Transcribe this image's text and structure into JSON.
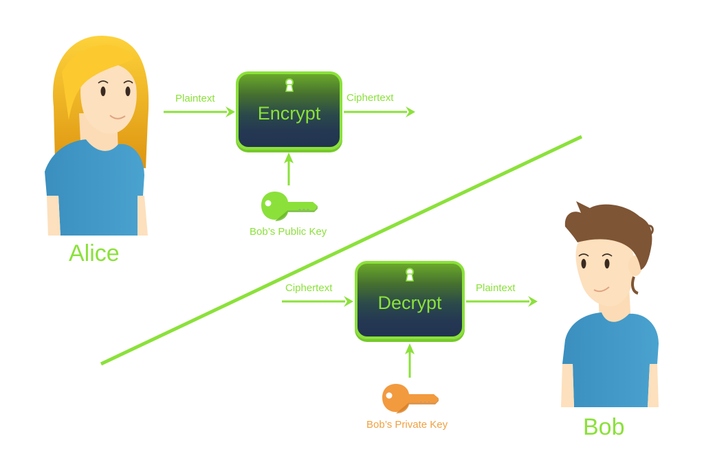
{
  "diagram": {
    "title": "Public-key encryption between Alice and Bob",
    "colors": {
      "accent_green": "#8be13a",
      "box_dark": "#22344f",
      "public_key": "#8be13a",
      "private_key": "#f0a040",
      "shirt_blue": "#3f97c6",
      "alice_hair": "#f5b921",
      "bob_hair": "#7e5535",
      "skin": "#fde0bd"
    },
    "people": {
      "alice": {
        "name": "Alice"
      },
      "bob": {
        "name": "Bob"
      }
    },
    "encrypt": {
      "label": "Encrypt",
      "input": "Plaintext",
      "output": "Ciphertext",
      "key_label": "Bob’s Public Key",
      "key_icon": "key-icon",
      "lock_icon": "keyhole-icon"
    },
    "decrypt": {
      "label": "Decrypt",
      "input": "Ciphertext",
      "output": "Plaintext",
      "key_label": "Bob’s Private Key",
      "key_icon": "key-icon",
      "lock_icon": "keyhole-icon"
    }
  }
}
